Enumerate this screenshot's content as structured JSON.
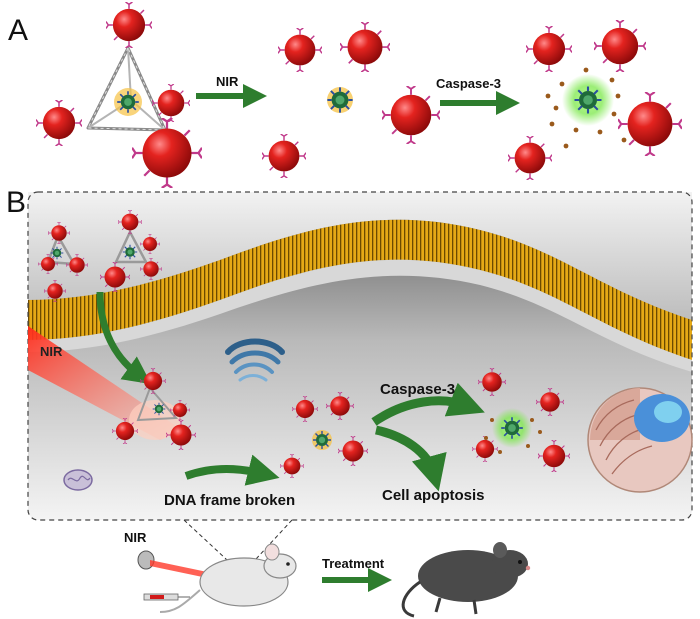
{
  "panels": {
    "a": "A",
    "b": "B"
  },
  "panel_a": {
    "arrow1_label": "NIR",
    "arrow2_label": "Caspase-3"
  },
  "panel_b": {
    "laser_label": "NIR",
    "caspase_label": "Caspase-3",
    "frame_label": "DNA frame broken",
    "apoptosis_label": "Cell apoptosis"
  },
  "bottom": {
    "nir_label": "NIR",
    "treatment_label": "Treatment"
  },
  "icons": {
    "nanoparticle": "red-nanoparticle-icon",
    "dna_frame": "dna-tetrahedron-icon",
    "core": "green-core-icon",
    "mitochondrion": "mitochondrion-icon",
    "golgi": "golgi-icon",
    "nucleus": "nucleus-icon",
    "mouse": "mouse-icon"
  },
  "colors": {
    "particle_red": "#d11a1a",
    "arrow_green": "#2e7d2e",
    "membrane_gold": "#e0a414",
    "laser_red": "#ff3a2a",
    "glow_green": "#7be84a"
  }
}
